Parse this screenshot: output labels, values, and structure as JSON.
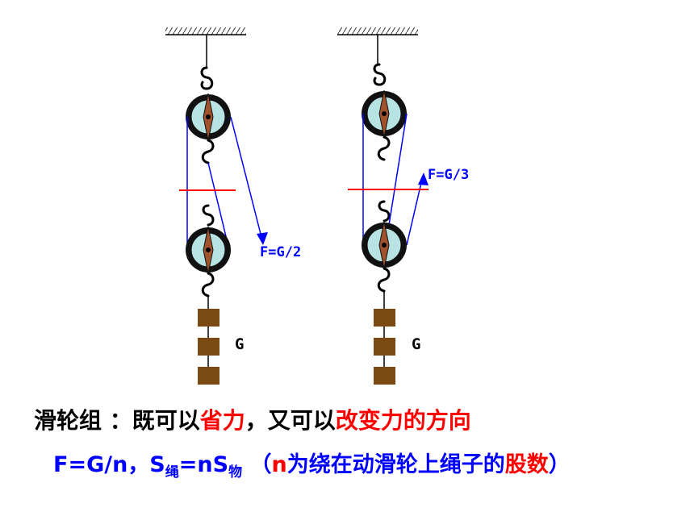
{
  "diagram": {
    "left": {
      "force_label": "F=G/2",
      "weight_label": "G"
    },
    "right": {
      "force_label": "F=G/3",
      "weight_label": "G"
    }
  },
  "caption": {
    "line1": {
      "part1": "滑轮组 ：既可以",
      "part2": "省力",
      "part3": "，又可以",
      "part4": "改变力的方向"
    },
    "line2": {
      "formula_a": "F=G/n，S",
      "sub_a": "绳",
      "formula_b": "=nS",
      "sub_b": "物",
      "paren_open": " （",
      "n": "n",
      "desc": "为绕在动滑轮上绳子的",
      "emph": "股数",
      "paren_close": "）"
    }
  },
  "colors": {
    "rope": "#0000ff",
    "divider": "#ff0000",
    "pulley_fill": "#b7e3e3",
    "pulley_rim": "#000000",
    "weight": "#7a4a12"
  }
}
